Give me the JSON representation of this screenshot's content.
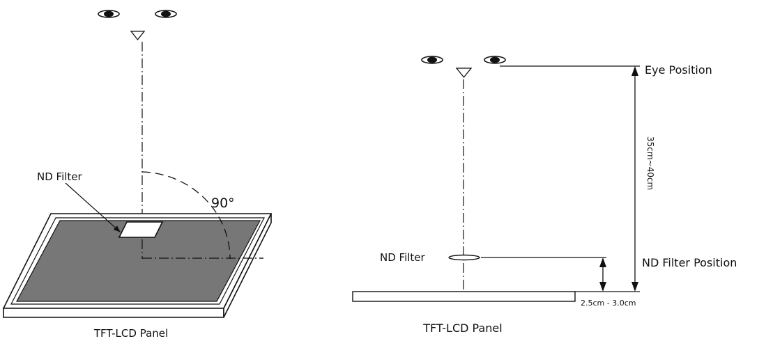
{
  "left_figure": {
    "filter_label": "ND Filter",
    "angle_label": "90°",
    "panel_label": "TFT-LCD Panel"
  },
  "right_figure": {
    "eye_position_label": "Eye Position",
    "distance_label": "35cm~40cm",
    "filter_label": "ND Filter",
    "filter_position_label": "ND Filter Position",
    "gap_label": "2.5cm - 3.0cm",
    "panel_label": "TFT-LCD Panel"
  },
  "colors": {
    "line": "#111111",
    "panel_fill": "#777777",
    "background": "#ffffff"
  }
}
